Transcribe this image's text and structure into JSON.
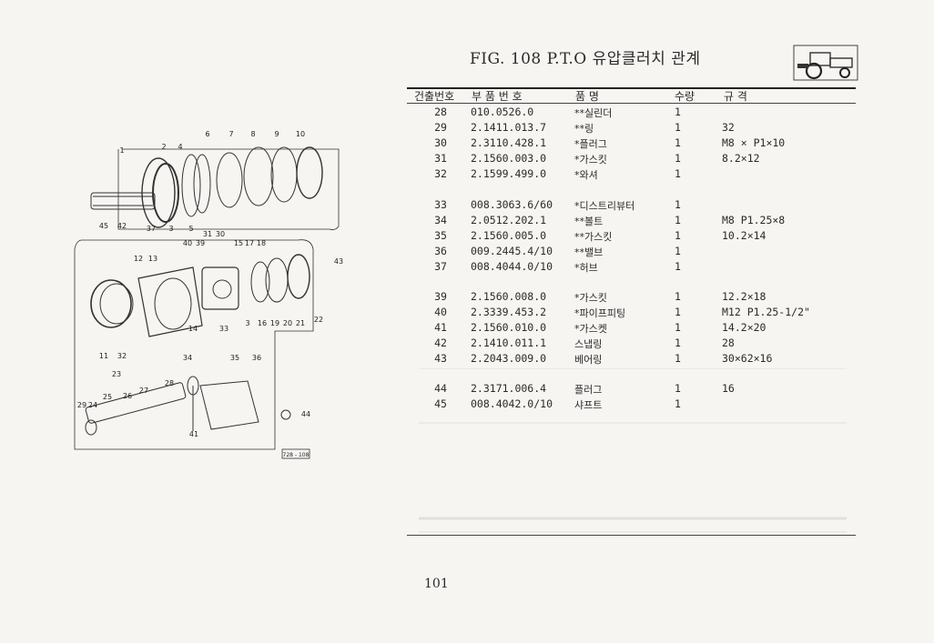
{
  "header": {
    "title": "FIG. 108 P.T.O 유압클러치 관계"
  },
  "table": {
    "columns": [
      "건출번호",
      "부 품 번 호",
      "품 명",
      "수량",
      "규 격"
    ],
    "rows": [
      {
        "no": "28",
        "part": "010.0526.0",
        "name": "**실린더",
        "qty": "1",
        "spec": ""
      },
      {
        "no": "29",
        "part": "2.1411.013.7",
        "name": "**링",
        "qty": "1",
        "spec": "32"
      },
      {
        "no": "30",
        "part": "2.3110.428.1",
        "name": "*플러그",
        "qty": "1",
        "spec": "M8 × P1×10"
      },
      {
        "no": "31",
        "part": "2.1560.003.0",
        "name": "*가스킷",
        "qty": "1",
        "spec": "8.2×12"
      },
      {
        "no": "32",
        "part": "2.1599.499.0",
        "name": "*와셔",
        "qty": "1",
        "spec": ""
      },
      {
        "no": "33",
        "part": "008.3063.6/60",
        "name": "*디스트리뷰터",
        "qty": "1",
        "spec": ""
      },
      {
        "no": "34",
        "part": "2.0512.202.1",
        "name": "**볼트",
        "qty": "1",
        "spec": "M8 P1.25×8"
      },
      {
        "no": "35",
        "part": "2.1560.005.0",
        "name": "**가스킷",
        "qty": "1",
        "spec": "10.2×14"
      },
      {
        "no": "36",
        "part": "009.2445.4/10",
        "name": "**밸브",
        "qty": "1",
        "spec": ""
      },
      {
        "no": "37",
        "part": "008.4044.0/10",
        "name": "*허브",
        "qty": "1",
        "spec": ""
      },
      {
        "no": "39",
        "part": "2.1560.008.0",
        "name": "*가스킷",
        "qty": "1",
        "spec": "12.2×18"
      },
      {
        "no": "40",
        "part": "2.3339.453.2",
        "name": "*파이프피팅",
        "qty": "1",
        "spec": "M12 P1.25-1/2\""
      },
      {
        "no": "41",
        "part": "2.1560.010.0",
        "name": "*가스켓",
        "qty": "1",
        "spec": "14.2×20"
      },
      {
        "no": "42",
        "part": "2.1410.011.1",
        "name": "스냅링",
        "qty": "1",
        "spec": "28"
      },
      {
        "no": "43",
        "part": "2.2043.009.0",
        "name": "베어링",
        "qty": "1",
        "spec": "30×62×16"
      },
      {
        "no": "44",
        "part": "2.3171.006.4",
        "name": "플러그",
        "qty": "1",
        "spec": "16"
      },
      {
        "no": "45",
        "part": "008.4042.0/10",
        "name": "샤프트",
        "qty": "1",
        "spec": ""
      }
    ]
  },
  "diagram": {
    "callouts": [
      "1",
      "2",
      "4",
      "6",
      "7",
      "8",
      "9",
      "10",
      "45",
      "42",
      "37",
      "3",
      "5",
      "40",
      "39",
      "31",
      "30",
      "15",
      "17",
      "18",
      "43",
      "12",
      "13",
      "11",
      "32",
      "14",
      "33",
      "3",
      "16",
      "19",
      "20",
      "21",
      "22",
      "34",
      "35",
      "36",
      "23",
      "28",
      "27",
      "26",
      "25",
      "24",
      "29",
      "41",
      "44"
    ],
    "ref_label": "728 - 108"
  },
  "footer": {
    "page_number": "101"
  }
}
